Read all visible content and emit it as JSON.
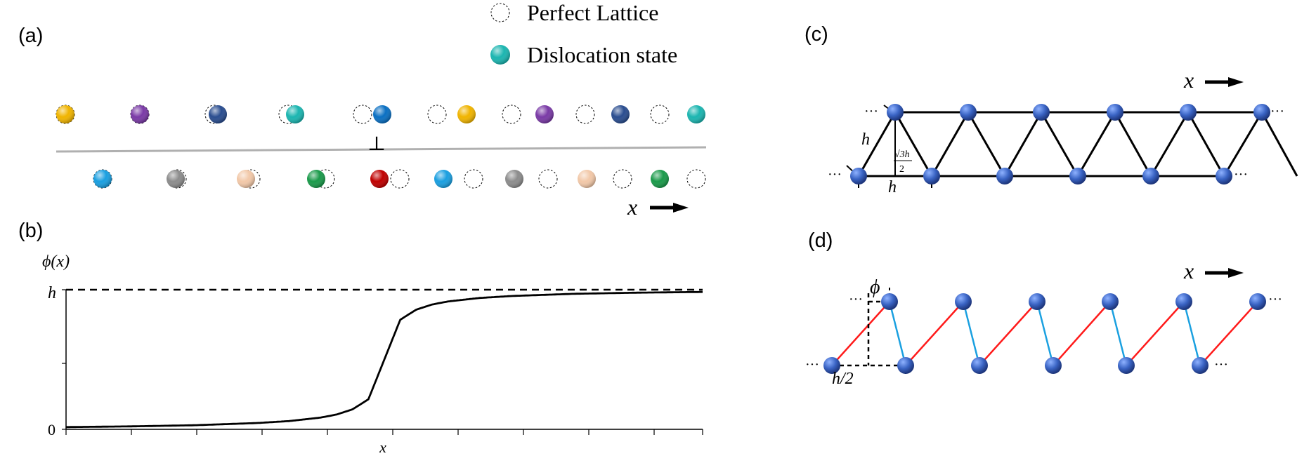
{
  "panels": {
    "a": {
      "label": "(a)",
      "legend": [
        {
          "label": "Perfect Lattice",
          "marker": "dashed-open-circle"
        },
        {
          "label": "Dislocation state",
          "marker": "filled-sphere",
          "color": "#1bb5b0"
        }
      ],
      "axis_label": "x",
      "dislocation_symbol": "⊥",
      "top_row_colors": [
        "#f0b400",
        "#7a3aa6",
        "#2a4d8f",
        "#1bb5b0",
        "#0a6fc2",
        "#f0b400",
        "#7a3aa6",
        "#2a4d8f",
        "#1bb5b0"
      ],
      "bottom_row_colors": [
        "#1a9fe0",
        "#8c8c8c",
        "#f2c8a8",
        "#1a9a4a",
        "#c00000",
        "#1a9fe0",
        "#8c8c8c",
        "#f2c8a8",
        "#1a9a4a"
      ]
    },
    "b": {
      "label": "(b)",
      "ylabel": "ϕ(x)",
      "xlabel": "x",
      "y_ticks": [
        "h",
        "0"
      ],
      "chart_data": {
        "type": "line",
        "xlabel": "x",
        "ylabel": "ϕ(x)",
        "y_reference": {
          "label": "h",
          "value": 1,
          "style": "dashed"
        },
        "ylim": [
          0,
          1
        ],
        "xlim": [
          -1,
          1
        ],
        "series": [
          {
            "x": [
              -1,
              -0.8,
              -0.6,
              -0.4,
              -0.3,
              -0.2,
              -0.15,
              -0.1,
              -0.05,
              0,
              0.05,
              0.1,
              0.15,
              0.2,
              0.3,
              0.4,
              0.6,
              0.8,
              1
            ],
            "values": [
              0.016,
              0.021,
              0.029,
              0.045,
              0.059,
              0.084,
              0.106,
              0.143,
              0.215,
              0.5,
              0.785,
              0.857,
              0.894,
              0.916,
              0.941,
              0.955,
              0.971,
              0.979,
              0.984
            ]
          }
        ]
      }
    },
    "c": {
      "label": "(c)",
      "axis_label": "x",
      "dim_h_side": "h",
      "dim_height": "√3h",
      "dim_height_den": "2",
      "dim_h_base": "h",
      "ellipsis": "···"
    },
    "d": {
      "label": "(d)",
      "axis_label": "x",
      "dim_phi": "ϕ",
      "dim_half_h": "h/2",
      "ellipsis": "···",
      "bond_colors": [
        "#ff1a1a",
        "#1aa0e0"
      ]
    }
  }
}
